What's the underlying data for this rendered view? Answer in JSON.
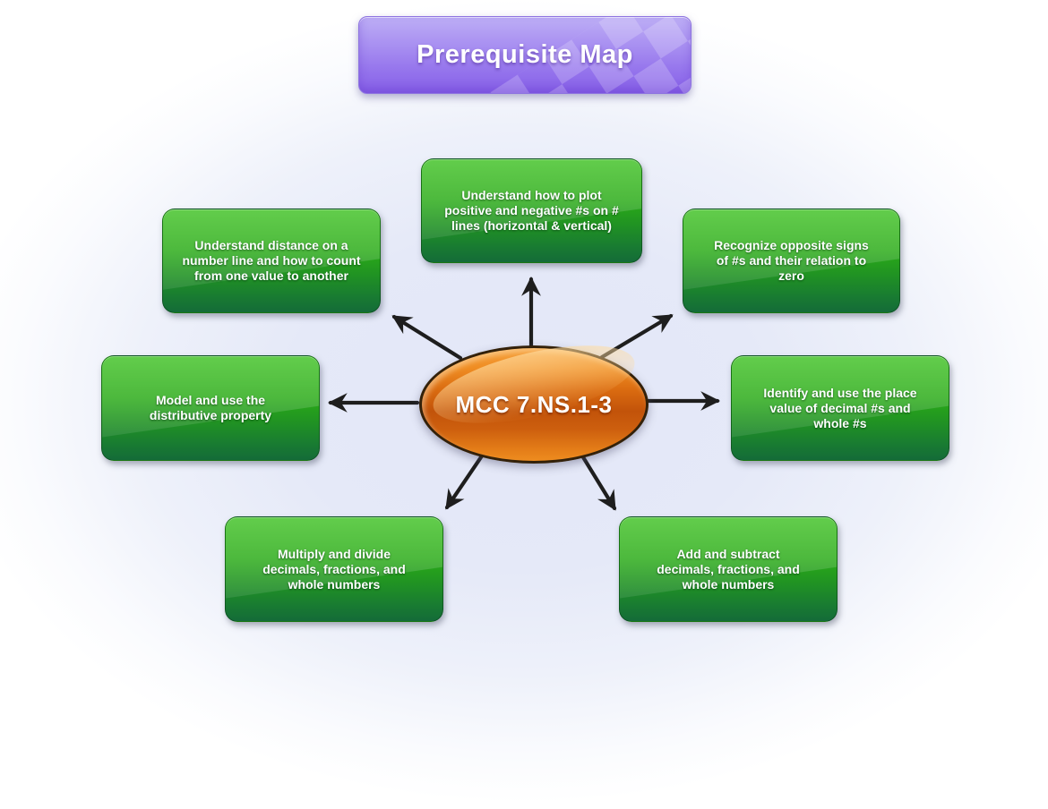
{
  "title": {
    "label": "Prerequisite Map"
  },
  "center": {
    "label": "MCC 7.NS.1-3"
  },
  "nodes": [
    {
      "id": "plot-numbers",
      "label": "Understand how to plot positive and negative #s on # lines (horizontal & vertical)"
    },
    {
      "id": "distance-number-line",
      "label": "Understand distance on a number line and how to count from one value to another"
    },
    {
      "id": "opposite-signs",
      "label": "Recognize opposite signs of #s and their relation to zero"
    },
    {
      "id": "distributive-property",
      "label": "Model and use the distributive property"
    },
    {
      "id": "place-value",
      "label": "Identify and use the place value of decimal #s and whole #s"
    },
    {
      "id": "multiply-divide",
      "label": "Multiply and divide decimals, fractions, and whole numbers"
    },
    {
      "id": "add-subtract",
      "label": "Add and subtract decimals, fractions, and whole numbers"
    }
  ],
  "edges": [
    {
      "from": "MCC 7.NS.1-3",
      "to": "plot-numbers"
    },
    {
      "from": "MCC 7.NS.1-3",
      "to": "distance-number-line"
    },
    {
      "from": "MCC 7.NS.1-3",
      "to": "opposite-signs"
    },
    {
      "from": "MCC 7.NS.1-3",
      "to": "distributive-property"
    },
    {
      "from": "MCC 7.NS.1-3",
      "to": "place-value"
    },
    {
      "from": "MCC 7.NS.1-3",
      "to": "multiply-divide"
    },
    {
      "from": "MCC 7.NS.1-3",
      "to": "add-subtract"
    }
  ],
  "colors": {
    "banner_purple": "#9b7bee",
    "node_green_top": "#31bd13",
    "node_green_bottom": "#146b38",
    "center_orange": "#d96a10",
    "arrow": "#1e1e1e",
    "background_glow": "#e4e8f7"
  }
}
